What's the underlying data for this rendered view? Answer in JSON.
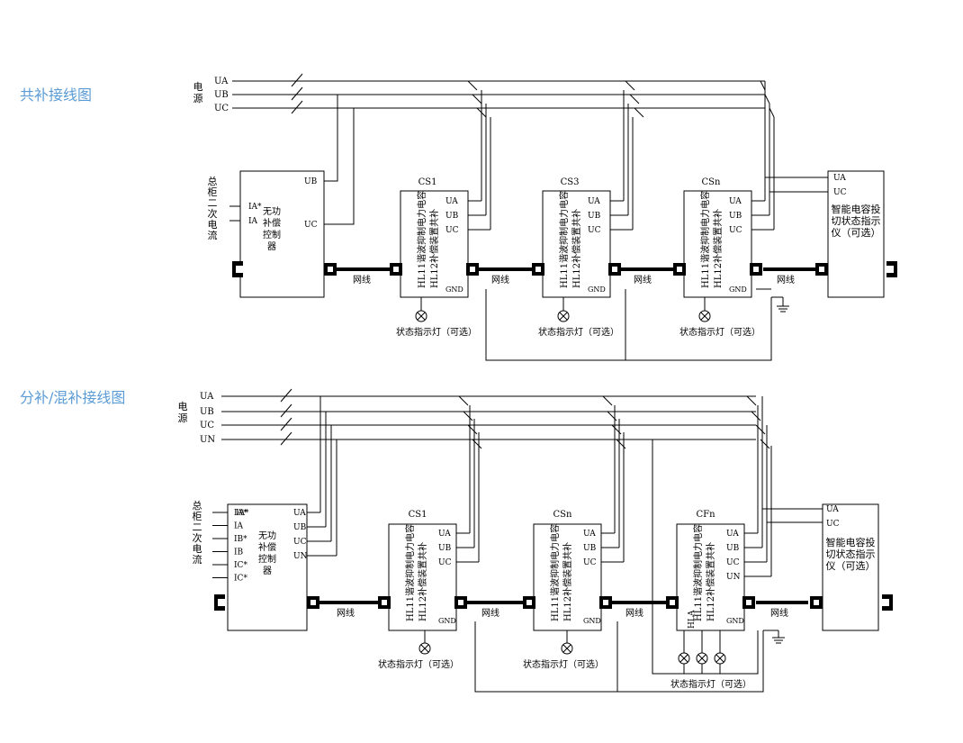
{
  "titles": {
    "shared": "共补接线图",
    "split": "分补/混补接线图"
  },
  "phases3": [
    "UA",
    "UB",
    "UC"
  ],
  "phases4": [
    "UA",
    "UB",
    "UC",
    "UN"
  ],
  "power_label": [
    "电",
    "源"
  ],
  "ct_label": [
    "总",
    "柜",
    "二",
    "次",
    "电",
    "流"
  ],
  "controller_label": [
    "无功",
    "补偿",
    "控制",
    "器"
  ],
  "controller_pins_top": [
    "UB",
    "UC"
  ],
  "controller_pins_bottom": [
    "UA",
    "UB",
    "UC",
    "UN"
  ],
  "ct_pins_top": [
    "IA*",
    "IA"
  ],
  "ct_pins_bottom": [
    "IA*",
    "IA",
    "IB*",
    "IB",
    "IC*",
    "IC*"
  ],
  "capacitor_text": [
    "HL11谐波抑制电力电容",
    "HL12补偿装置共补"
  ],
  "module_pins3": [
    "UA",
    "UB",
    "UC"
  ],
  "module_pins4": [
    "UA",
    "UB",
    "UC",
    "UN"
  ],
  "gnd": "GND",
  "hla": "HLA",
  "top_modules": [
    "CS1",
    "CS3",
    "CSn"
  ],
  "bottom_modules": [
    "CS1",
    "CSn",
    "CFn"
  ],
  "net_label": "网线",
  "lamp_label": "状态指示灯（可选）",
  "indicator_pins": [
    "UA",
    "UC"
  ],
  "indicator_text": [
    "智能电容投",
    "切状态指示",
    "仪（可选）"
  ]
}
